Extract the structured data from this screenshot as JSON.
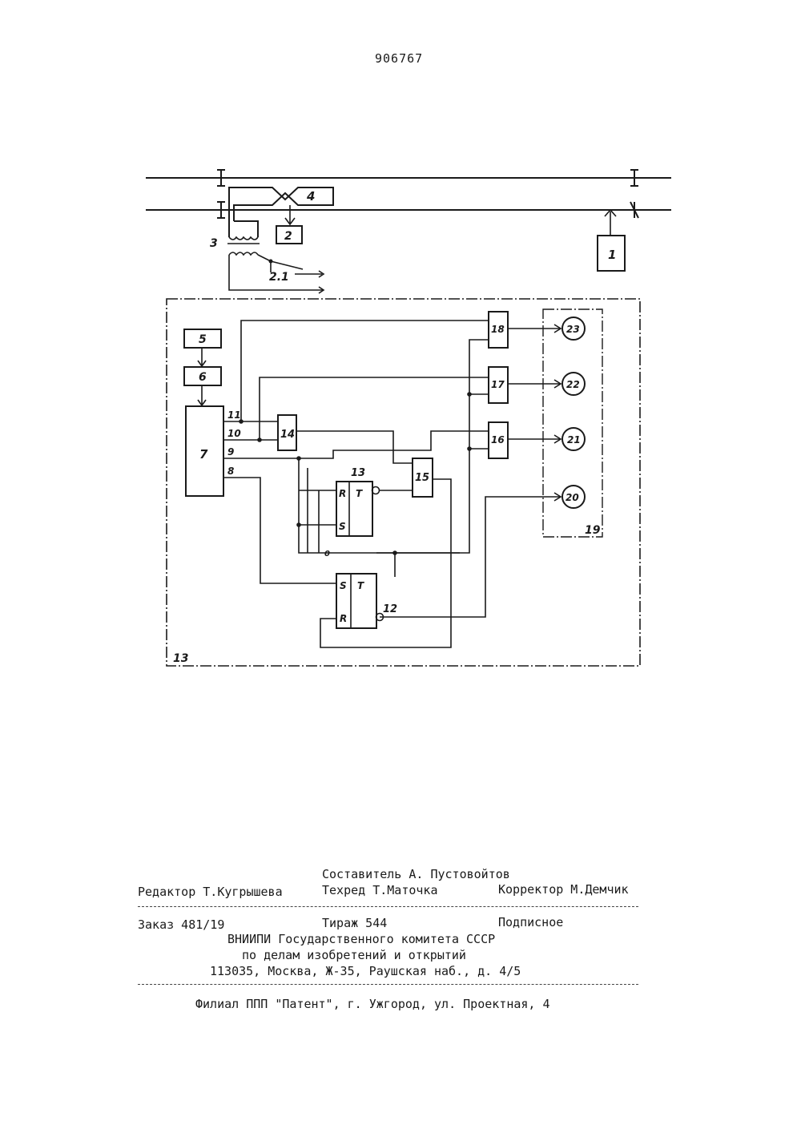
{
  "page": {
    "number": "906767"
  },
  "diagram": {
    "labels": {
      "b1": "1",
      "b2": "2",
      "b21": "2.1",
      "b3": "3",
      "b4": "4",
      "b5": "5",
      "b6": "6",
      "b7": "7",
      "b12": "12",
      "b13": "13",
      "b14": "14",
      "b15": "15",
      "b16": "16",
      "b17": "17",
      "b18": "18",
      "b19": "19",
      "b20": "20",
      "b21c": "21",
      "b22": "22",
      "b23": "23",
      "frame": "13",
      "out8": "8",
      "out9": "9",
      "out10": "10",
      "out11": "11",
      "t12_s": "S",
      "t12_t": "T",
      "t12_r": "R",
      "t13_r": "R",
      "t13_t": "T",
      "t13_s": "S",
      "mark0": "0"
    }
  },
  "imprint": {
    "compiler": "Составитель А. Пустовойтов",
    "editor": "Редактор Т.Кугрышева",
    "techred": "Техред Т.Маточка",
    "corrector": "Корректор М.Демчик",
    "order": "Заказ 481/19",
    "circulation": "Тираж 544",
    "subscription": "Подписное",
    "org_line1": "ВНИИПИ Государственного комитета СССР",
    "org_line2": "по делам изобретений и открытий",
    "org_address": "113035, Москва, Ж-35, Раушская наб., д. 4/5",
    "branch": "Филиал ППП \"Патент\", г. Ужгород, ул. Проектная, 4"
  }
}
